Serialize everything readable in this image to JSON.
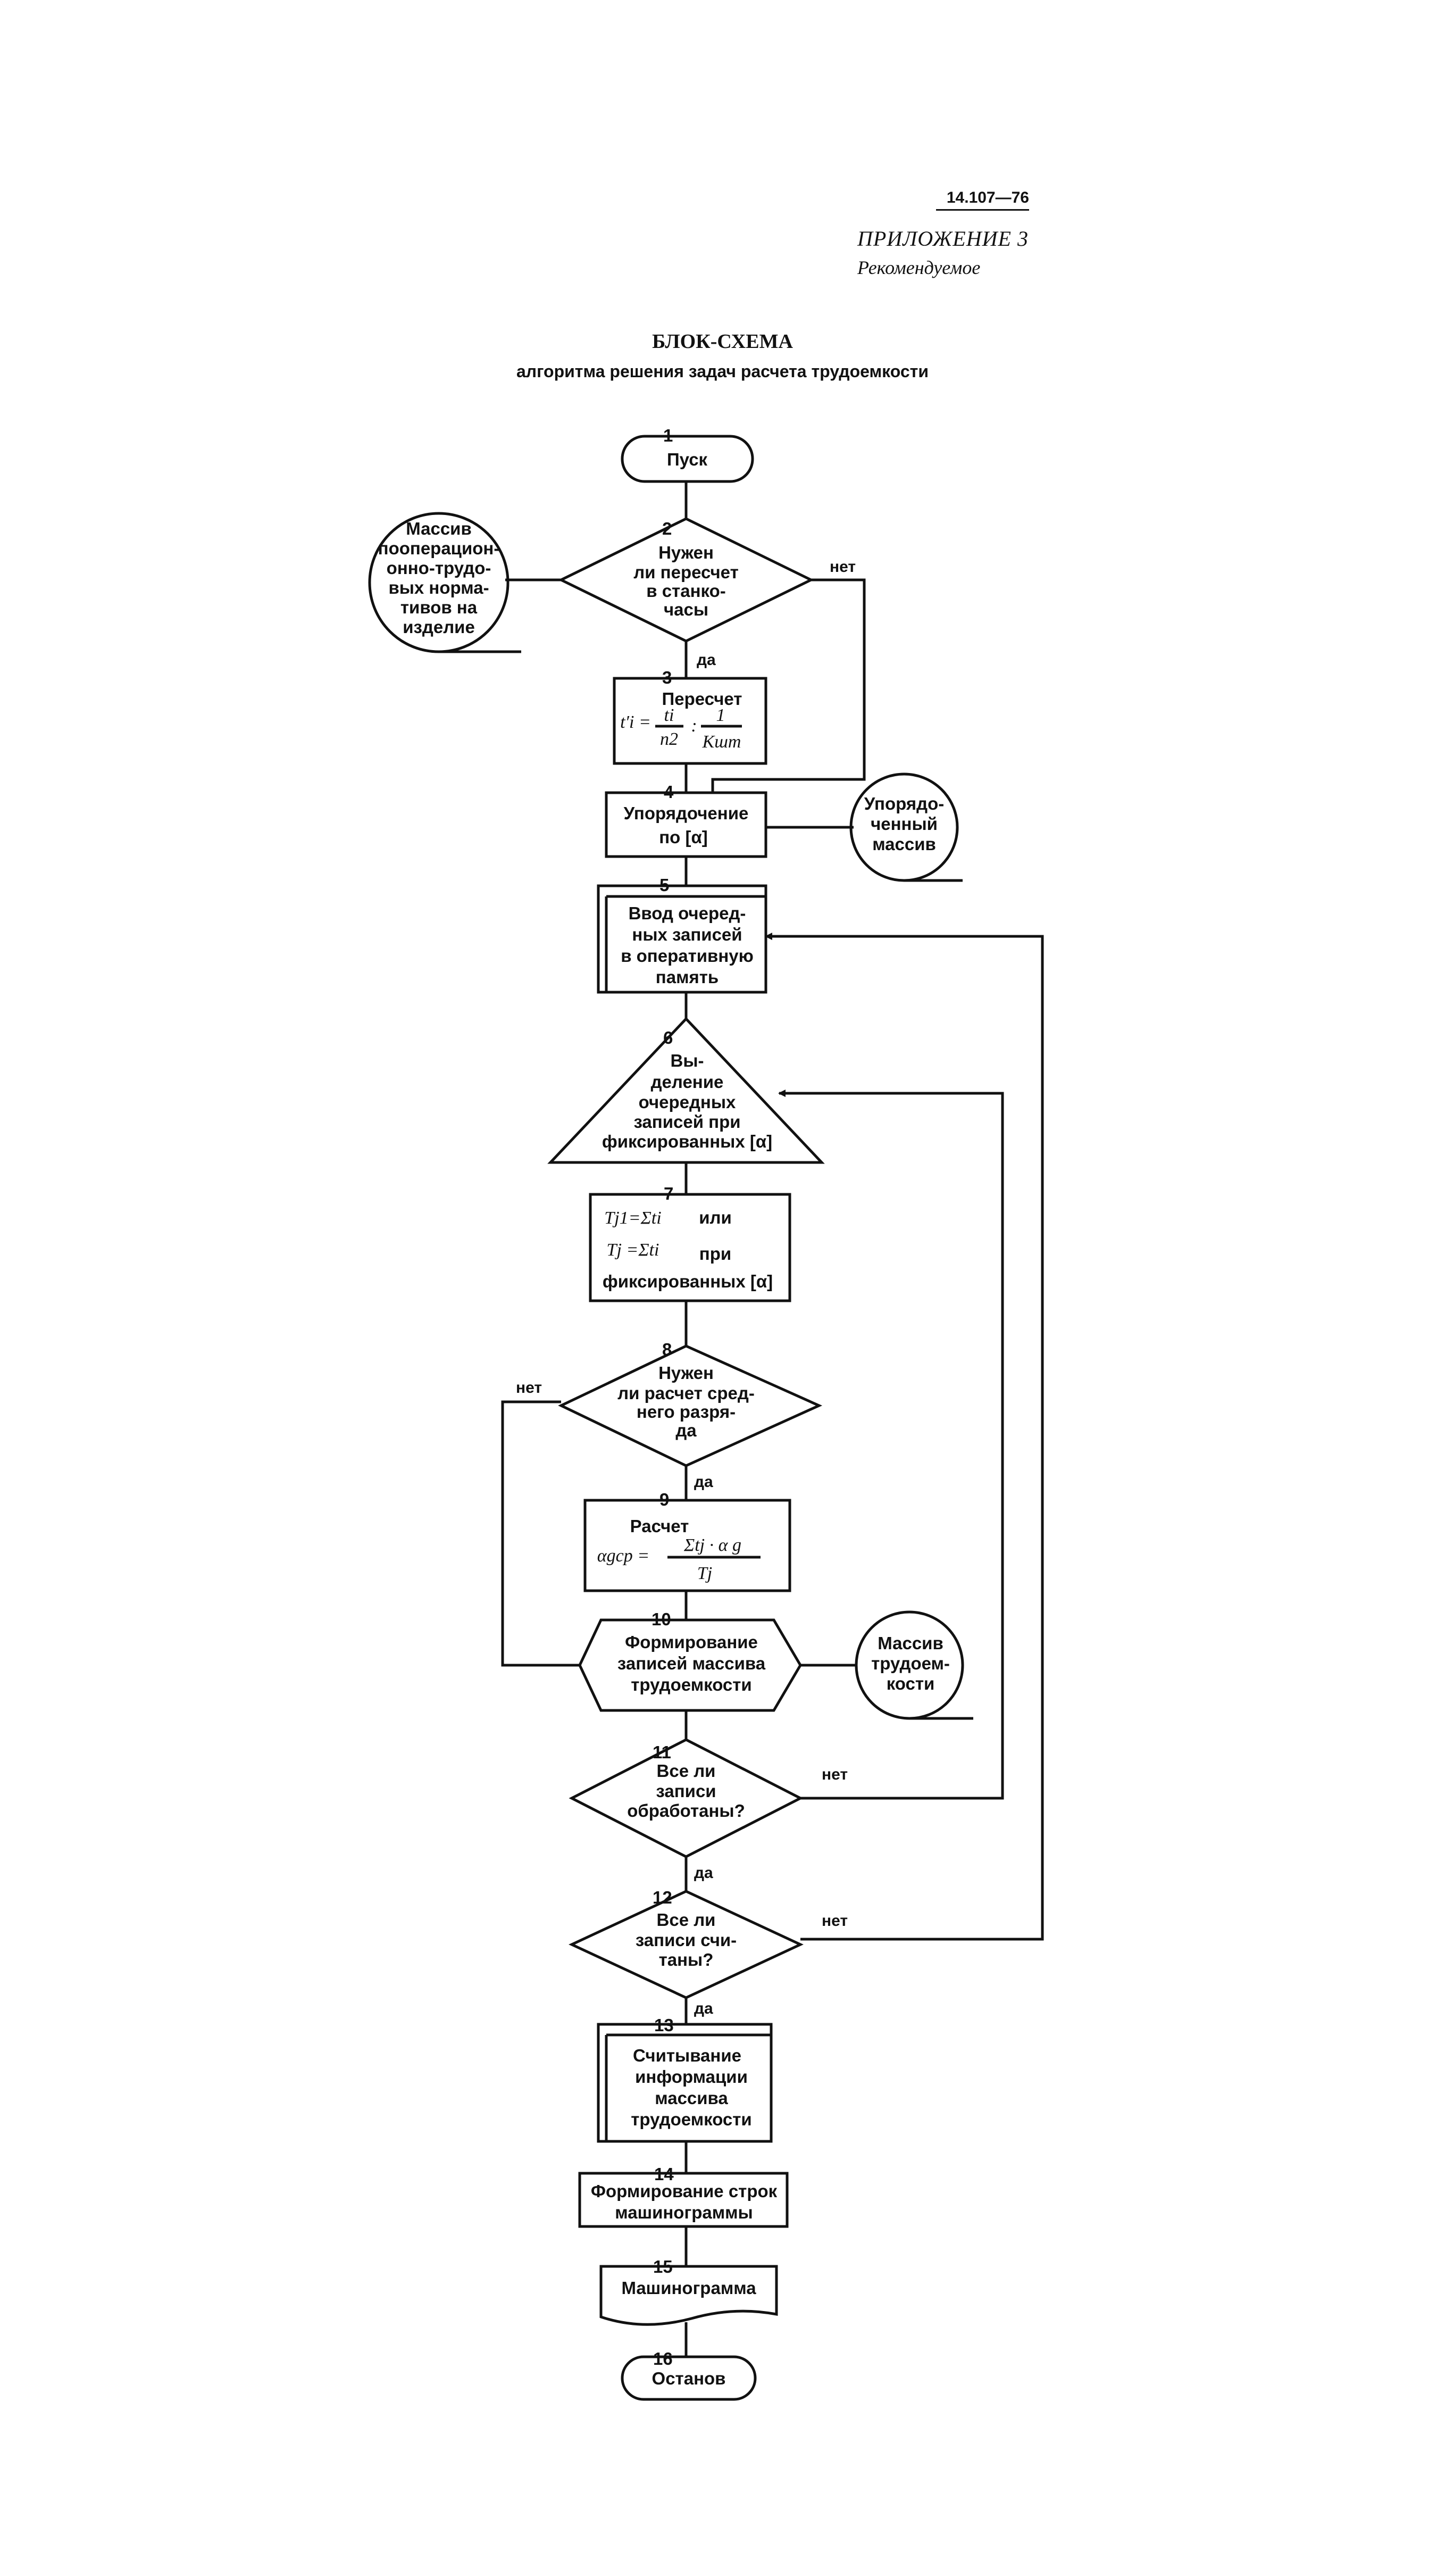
{
  "header": {
    "doc_number": "14.107—76",
    "appendix": "ПРИЛОЖЕНИЕ 3",
    "status": "Рекомендуемое",
    "title": "БЛОК-СХЕМА",
    "subtitle": "алгоритма решения задач расчета трудоемкости"
  },
  "blocks": {
    "b1": {
      "num": "1",
      "lines": [
        "Пуск"
      ]
    },
    "b2": {
      "num": "2",
      "lines": [
        "Нужен",
        "ли пересчет",
        "в станко-",
        "часы"
      ]
    },
    "b3": {
      "num": "3",
      "lines": [
        "Пересчет"
      ],
      "formula": [
        "t′i =",
        "ti",
        "n2",
        ":",
        "1",
        "Kшт"
      ]
    },
    "b4": {
      "num": "4",
      "lines": [
        "Упорядочение",
        "по  [α]"
      ]
    },
    "b5": {
      "num": "5",
      "lines": [
        "Ввод очеред-",
        "ных записей",
        "в оперативную",
        "память"
      ]
    },
    "b6": {
      "num": "6",
      "lines": [
        "Вы-",
        "деление",
        "очередных",
        "записей при",
        "фиксированных   [α]"
      ]
    },
    "b7": {
      "num": "7",
      "lines": [
        "Tj1=Σti",
        "или",
        "Tj =Σti",
        "при",
        "фиксированных  [α]"
      ]
    },
    "b8": {
      "num": "8",
      "lines": [
        "Нужен",
        "ли расчет сред-",
        "него разря-",
        "да"
      ]
    },
    "b9": {
      "num": "9",
      "lines": [
        "Расчет"
      ],
      "formula": [
        "αgср =",
        "Σtj · α g",
        "Tj"
      ]
    },
    "b10": {
      "num": "10",
      "lines": [
        "Формирование",
        "записей массива",
        "трудоемкости"
      ]
    },
    "b11": {
      "num": "11",
      "lines": [
        "Все ли",
        "записи",
        "обработаны?"
      ]
    },
    "b12": {
      "num": "12",
      "lines": [
        "Все ли",
        "записи счи-",
        "таны?"
      ]
    },
    "b13": {
      "num": "13",
      "lines": [
        "Считывание",
        "информации",
        "массива",
        "трудоемкости"
      ]
    },
    "b14": {
      "num": "14",
      "lines": [
        "Формирование строк",
        "машинограммы"
      ]
    },
    "b15": {
      "num": "15",
      "lines": [
        "Машинограмма"
      ]
    },
    "b16": {
      "num": "16",
      "lines": [
        "Останов"
      ]
    }
  },
  "storage": {
    "s_norms": {
      "lines": [
        "Массив",
        "пооперацион-",
        "онно-трудо-",
        "вых норма-",
        "тивов на",
        "изделие"
      ]
    },
    "s_sorted": {
      "lines": [
        "Упорядо-",
        "ченный",
        "массив"
      ]
    },
    "s_labor": {
      "lines": [
        "Массив",
        "трудоем-",
        "кости"
      ]
    }
  },
  "branch_labels": {
    "yes": "да",
    "no": "нет"
  }
}
